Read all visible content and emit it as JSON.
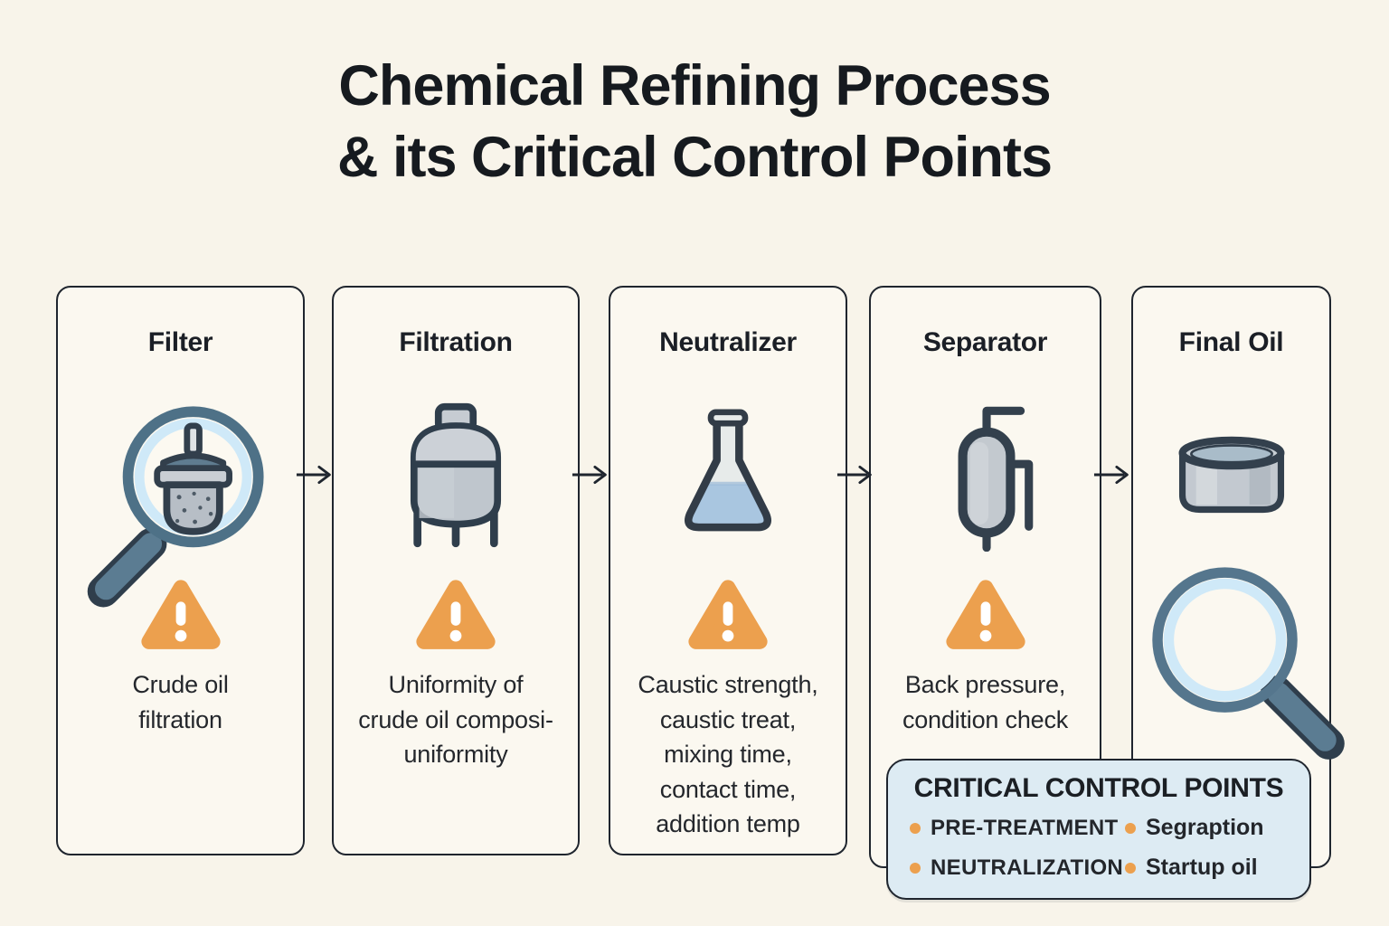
{
  "title": "Chemical Refining Process\n& its Critical Control Points",
  "cards": [
    {
      "title": "Filter",
      "icon": "magnifier-strainer-icon",
      "caution": "Crude oil\nfiltration"
    },
    {
      "title": "Filtration",
      "icon": "storage-tank-icon",
      "caution": "Uniformity of\ncrude oil composi-\nuniformity"
    },
    {
      "title": "Neutralizer",
      "icon": "flask-icon",
      "caution": "Caustic strength,\ncaustic treat,\nmixing time,\ncontact time,\naddition temp"
    },
    {
      "title": "Separator",
      "icon": "separator-vessel-icon",
      "caution": "Back pressure,\ncondition check"
    },
    {
      "title": "Final Oil",
      "icon": "oil-container-icon",
      "secondary_icon": "magnifier-icon"
    }
  ],
  "critical_control_points": {
    "title": "CRITICAL CONTROL POINTS",
    "columns": [
      [
        "PRE-TREATMENT",
        "NEUTRALIZATION"
      ],
      [
        "Segraption",
        "Startup oil"
      ]
    ]
  },
  "palette": {
    "page_background": "#f8f4ea",
    "card_background": "#fbf8f0",
    "outline": "#1f252e",
    "warning_orange": "#eca04e",
    "slate_blue": "#5b7c92",
    "slate_dark": "#33404d",
    "light_blue_ring": "#cfe9f8",
    "metal_gray": "#c3c9cf",
    "flask_liquid": "#a9c6e0",
    "panel_background": "#ddebf3"
  }
}
